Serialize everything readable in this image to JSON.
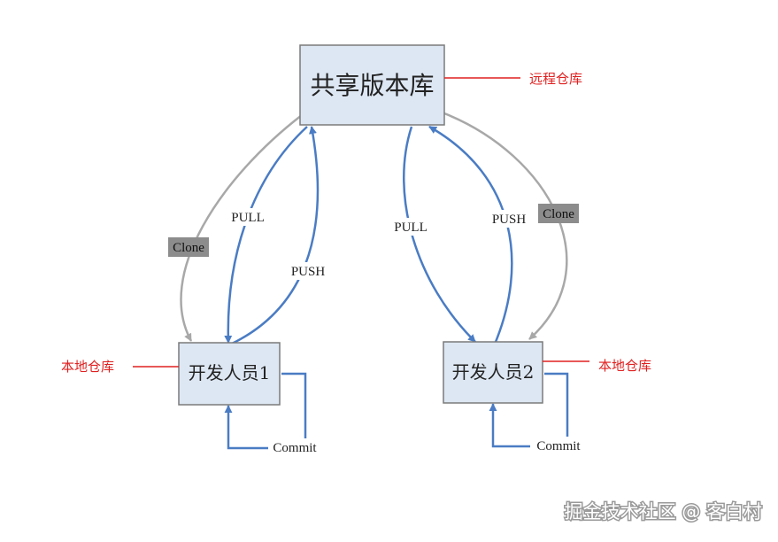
{
  "nodes": {
    "remote": {
      "label": "共享版本库"
    },
    "dev1": {
      "label": "开发人员1"
    },
    "dev2": {
      "label": "开发人员2"
    }
  },
  "edges": {
    "pull1": "PULL",
    "push1": "PUSH",
    "pull2": "PULL",
    "push2": "PUSH",
    "clone1": "Clone",
    "clone2": "Clone",
    "commit1": "Commit",
    "commit2": "Commit"
  },
  "callouts": {
    "remote": "远程仓库",
    "dev1": "本地仓库",
    "dev2": "本地仓库"
  },
  "watermark": "掘金技术社区 @ 客白村",
  "colors": {
    "box_fill": "#dde7f3",
    "box_stroke": "#7a7a7a",
    "blue_arrow": "#4a7cc4",
    "gray_arrow": "#a8a8a8",
    "callout_red": "#e02020",
    "clone_tag_fill": "#8c8c8c"
  }
}
